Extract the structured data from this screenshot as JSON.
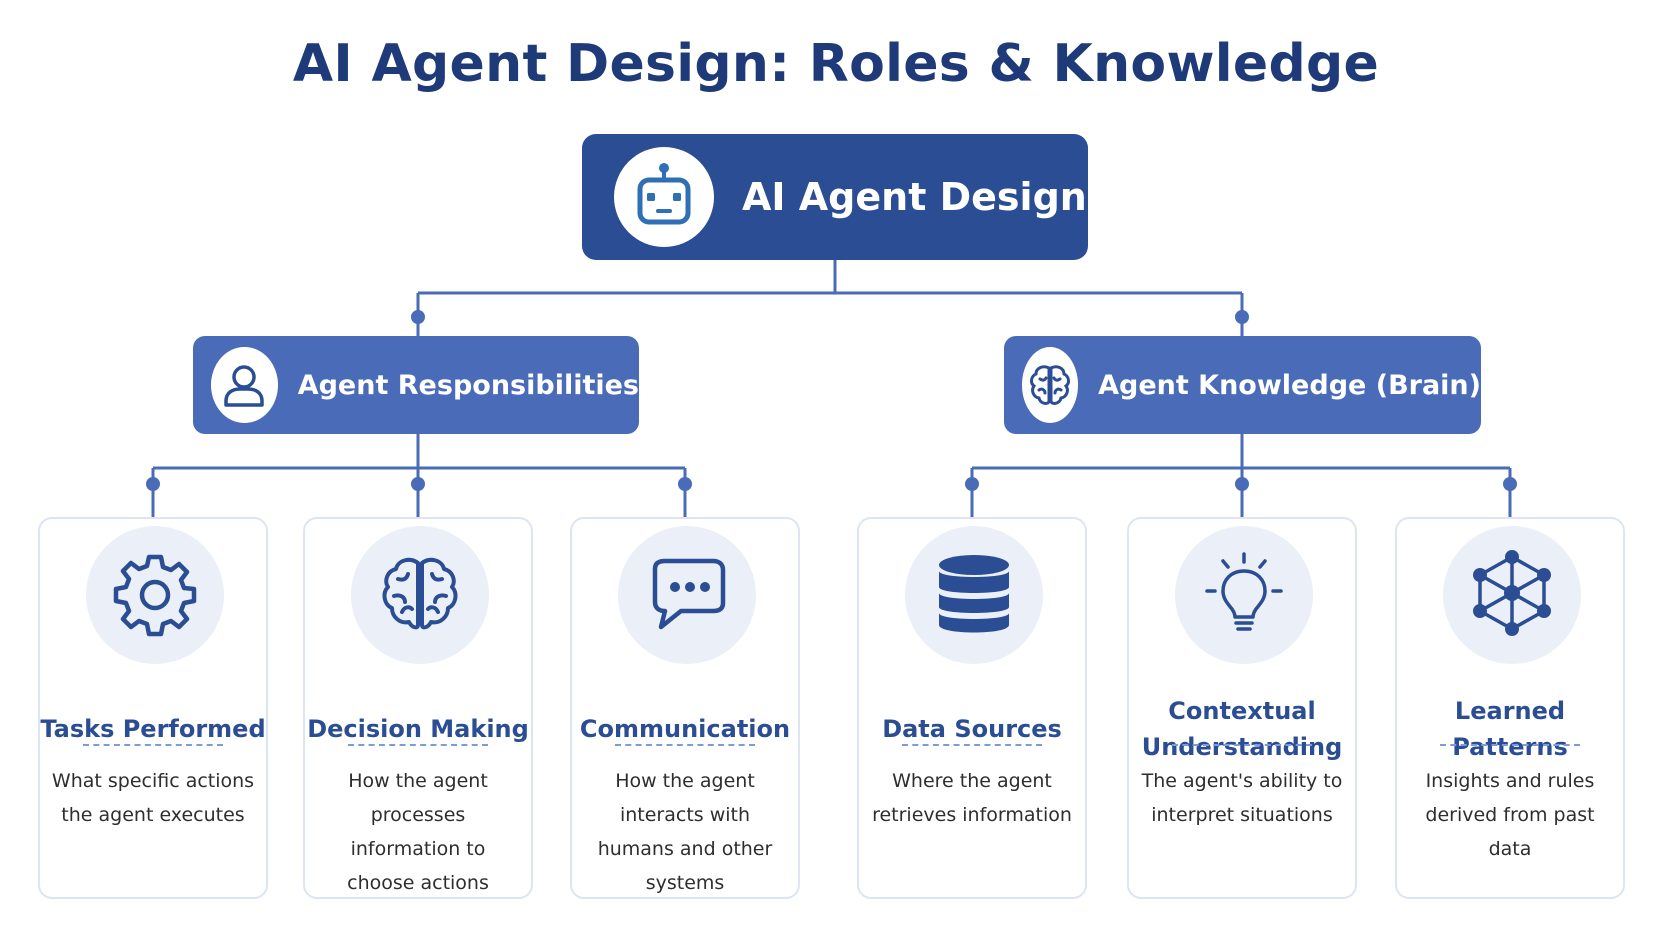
{
  "title": "AI Agent Design: Roles & Knowledge",
  "root": {
    "label": "AI Agent Design",
    "icon": "robot-icon"
  },
  "branches": [
    {
      "label": "Agent Responsibilities",
      "icon": "user-icon"
    },
    {
      "label": "Agent Knowledge (Brain)",
      "icon": "brain-icon"
    }
  ],
  "cards": [
    {
      "title": "Tasks Performed",
      "description": "What specific actions the agent executes",
      "icon": "gear-icon"
    },
    {
      "title": "Decision Making",
      "description": "How the agent processes information to choose actions",
      "icon": "brain-icon"
    },
    {
      "title": "Communication",
      "description": "How the agent interacts with humans and other systems",
      "icon": "chat-bubble-icon"
    },
    {
      "title": "Data Sources",
      "description": "Where the agent retrieves information",
      "icon": "database-icon"
    },
    {
      "title": "Contextual Understanding",
      "description": "The agent's ability to interpret situations",
      "icon": "lightbulb-icon"
    },
    {
      "title": "Learned Patterns",
      "description": "Insights and rules derived from past data",
      "icon": "network-icon"
    }
  ],
  "colors": {
    "primary": "#2a4d93",
    "secondary": "#4a6bb8",
    "connector": "#4a6bb8",
    "icon_bg": "#eaeff8",
    "title": "#1f3a78"
  }
}
